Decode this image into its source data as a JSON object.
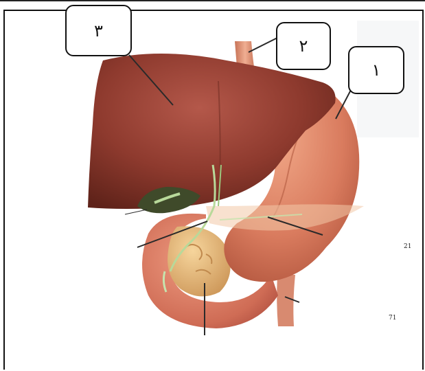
{
  "labels": [
    {
      "id": "label-1",
      "text": "١"
    },
    {
      "id": "label-2",
      "text": "٢"
    },
    {
      "id": "label-3",
      "text": "٣"
    }
  ],
  "page_marks": [
    "21",
    "71"
  ],
  "colors": {
    "liver": "#8e3a2e",
    "stomach": "#d97b5e",
    "duodenum": "#d4735c",
    "pancreas": "#e3b777",
    "gallbladder": "#3f4a2a",
    "esophagus": "#d88f72",
    "vessel": "#b8d99a",
    "leader": "#2a2a2a"
  }
}
